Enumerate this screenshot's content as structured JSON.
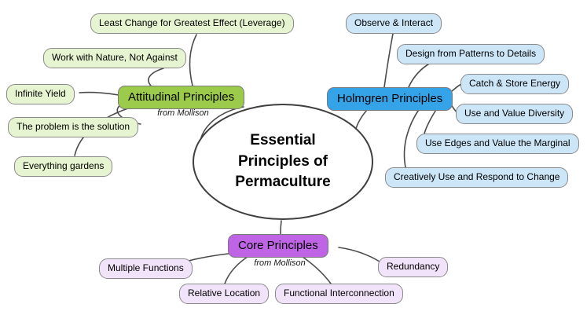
{
  "title": {
    "lines": [
      "Essential",
      "Principles of",
      "Permaculture"
    ]
  },
  "branches": [
    {
      "label": "Attitudinal Principles",
      "subtitle": "from Mollison",
      "node_color": "#9cca4a",
      "leaf_color": "#e7f4d1",
      "items": [
        "Least Change for Greatest Effect (Leverage)",
        "Work with Nature, Not Against",
        "Infinite Yield",
        "The problem is the solution",
        "Everything gardens"
      ]
    },
    {
      "label": "Holmgren Principles",
      "subtitle": "",
      "node_color": "#35a3e8",
      "leaf_color": "#cce6f8",
      "items": [
        "Observe & Interact",
        "Design from Patterns to Details",
        "Catch & Store Energy",
        "Use and Value Diversity",
        "Use Edges and Value the Marginal",
        "Creatively Use and Respond to Change"
      ]
    },
    {
      "label": "Core Principles",
      "subtitle": "from Mollison",
      "node_color": "#bf64e4",
      "leaf_color": "#f1e3f9",
      "items": [
        "Multiple Functions",
        "Relative Location",
        "Functional Interconnection",
        "Redundancy"
      ]
    }
  ]
}
